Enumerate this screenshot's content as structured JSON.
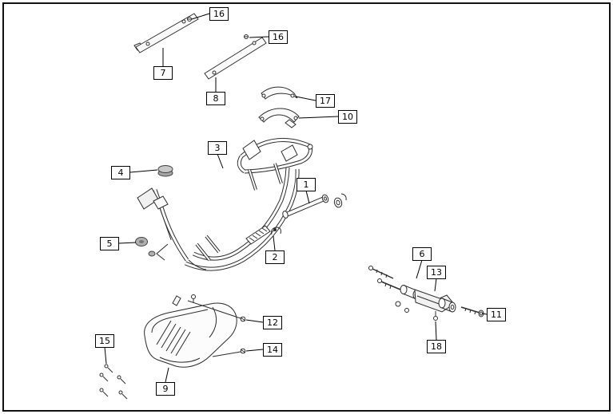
{
  "diagram": {
    "type": "exploded-parts-diagram",
    "callouts": [
      {
        "key": "16a",
        "label": "16"
      },
      {
        "key": "7",
        "label": "7"
      },
      {
        "key": "16b",
        "label": "16"
      },
      {
        "key": "8",
        "label": "8"
      },
      {
        "key": "17",
        "label": "17"
      },
      {
        "key": "10",
        "label": "10"
      },
      {
        "key": "3",
        "label": "3"
      },
      {
        "key": "4",
        "label": "4"
      },
      {
        "key": "1",
        "label": "1"
      },
      {
        "key": "5",
        "label": "5"
      },
      {
        "key": "2",
        "label": "2"
      },
      {
        "key": "6",
        "label": "6"
      },
      {
        "key": "13",
        "label": "13"
      },
      {
        "key": "11",
        "label": "11"
      },
      {
        "key": "18",
        "label": "18"
      },
      {
        "key": "12",
        "label": "12"
      },
      {
        "key": "14",
        "label": "14"
      },
      {
        "key": "15",
        "label": "15"
      },
      {
        "key": "9",
        "label": "9"
      }
    ],
    "colors": {
      "line": "#2d2d2d",
      "metal_fill": "#b8b8b8",
      "background": "#ffffff",
      "callout_border": "#000000"
    }
  }
}
